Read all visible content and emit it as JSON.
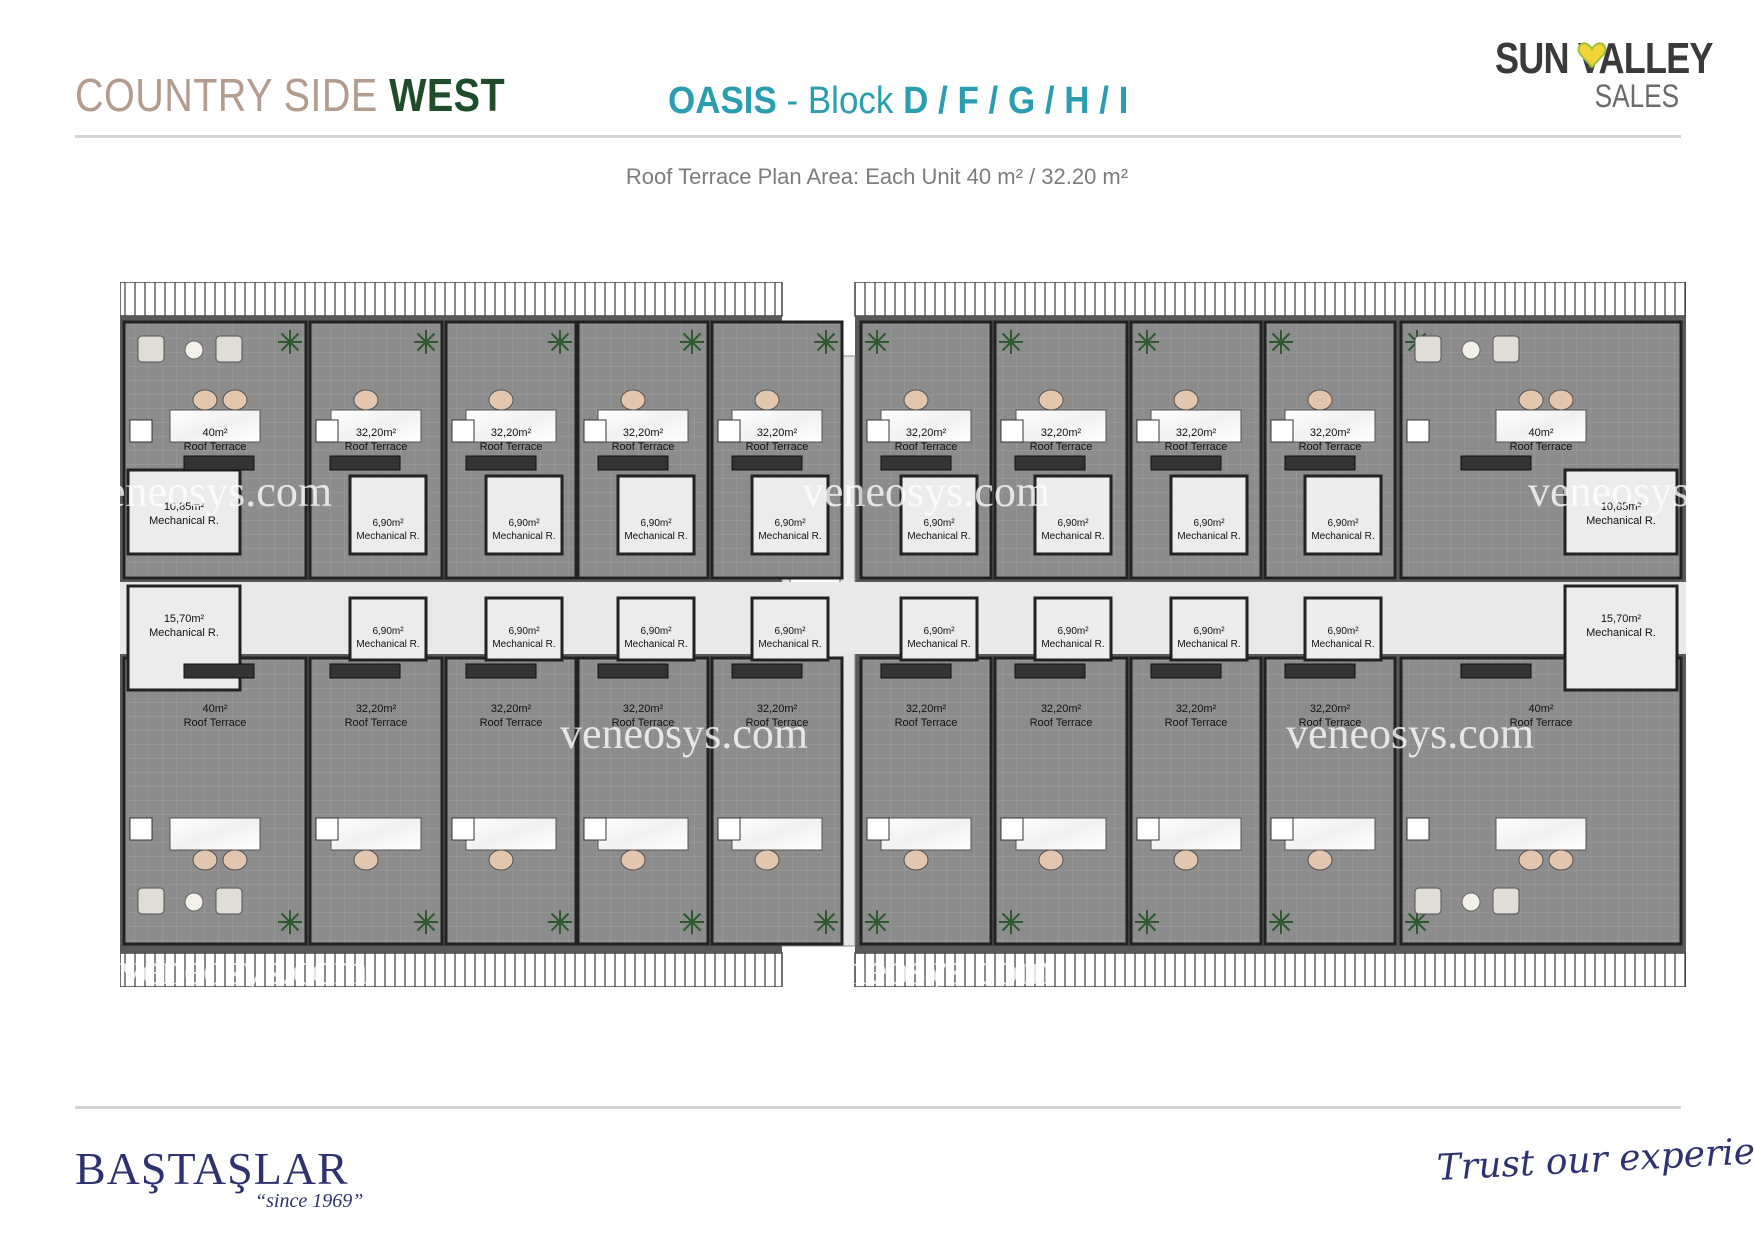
{
  "header": {
    "brand_light": "COUNTRY SIDE",
    "brand_strong": "WEST",
    "title_oasis": "OASIS",
    "title_dash": " - ",
    "title_block": "Block",
    "title_letters": "D / F / G / H / I",
    "logo_top": "SUN VALLEY",
    "logo_bottom": "SALES",
    "accent_color": "#2b9db0",
    "brand_green": "#1f4d2b"
  },
  "subtitle": "Roof Terrace Plan Area: Each Unit 40 m² / 32.20 m²",
  "plan": {
    "labels": {
      "terrace_40_area": "40m²",
      "terrace_32_area": "32,20m²",
      "terrace_name": "Roof Terrace",
      "mech_small_area": "6,90m²",
      "mech_1085_area": "10,85m²",
      "mech_1570_area": "15,70m²",
      "mech_name": "Mechanical R."
    }
  },
  "watermarks": [
    "veneosys.com",
    "veneosys.com",
    "veneosys.com",
    "veneosys.com",
    "veneosys.com",
    "veneosys.com",
    "veneosys.com"
  ],
  "footer": {
    "company": "BAŞTAŞLAR",
    "since": "“since 1969”",
    "slogan": "Trust our experience"
  }
}
